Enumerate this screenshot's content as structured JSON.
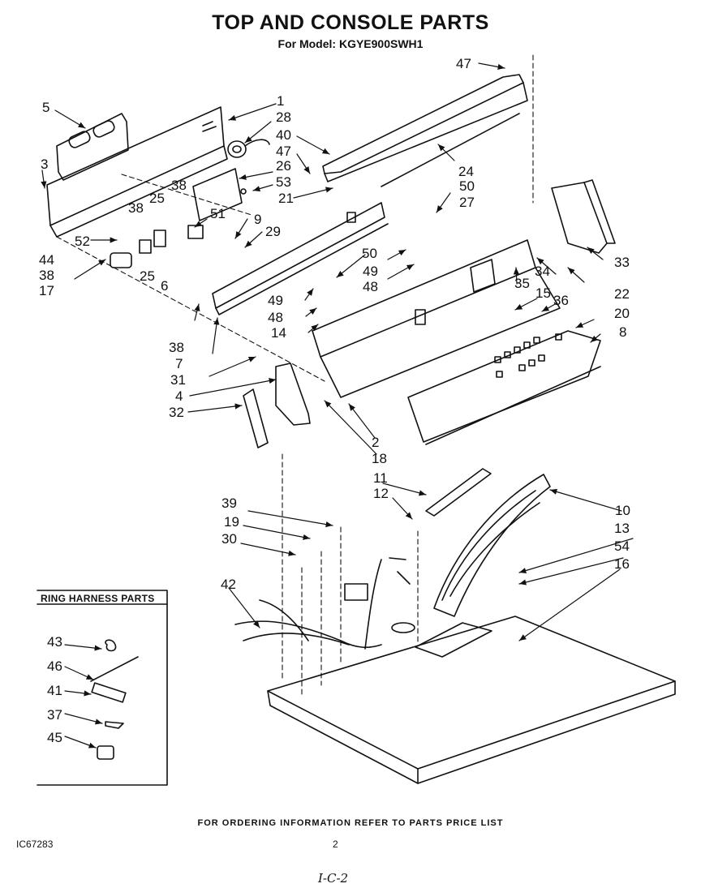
{
  "page": {
    "title": "TOP AND CONSOLE PARTS",
    "subtitle": "For Model: KGYE900SWH1",
    "footer": "FOR ORDERING INFORMATION REFER TO PARTS PRICE LIST",
    "doc_number": "IC67283",
    "page_number": "2",
    "handwritten_note": "I-C-2"
  },
  "callouts": [
    {
      "id": "c47a",
      "label": "47"
    },
    {
      "id": "c1",
      "label": "1"
    },
    {
      "id": "c5",
      "label": "5"
    },
    {
      "id": "c28",
      "label": "28"
    },
    {
      "id": "c40",
      "label": "40"
    },
    {
      "id": "c47b",
      "label": "47"
    },
    {
      "id": "c26",
      "label": "26"
    },
    {
      "id": "c24",
      "label": "24"
    },
    {
      "id": "c3",
      "label": "3"
    },
    {
      "id": "c53",
      "label": "53"
    },
    {
      "id": "c50a",
      "label": "50"
    },
    {
      "id": "c38a",
      "label": "38"
    },
    {
      "id": "c25a",
      "label": "25"
    },
    {
      "id": "c38b",
      "label": "38"
    },
    {
      "id": "c21",
      "label": "21"
    },
    {
      "id": "c27",
      "label": "27"
    },
    {
      "id": "c51",
      "label": "51"
    },
    {
      "id": "c9",
      "label": "9"
    },
    {
      "id": "c29",
      "label": "29"
    },
    {
      "id": "c52",
      "label": "52"
    },
    {
      "id": "c44",
      "label": "44"
    },
    {
      "id": "c38c",
      "label": "38"
    },
    {
      "id": "c17",
      "label": "17"
    },
    {
      "id": "c25b",
      "label": "25"
    },
    {
      "id": "c6",
      "label": "6"
    },
    {
      "id": "c50b",
      "label": "50"
    },
    {
      "id": "c49a",
      "label": "49"
    },
    {
      "id": "c48a",
      "label": "48"
    },
    {
      "id": "c33",
      "label": "33"
    },
    {
      "id": "c34",
      "label": "34"
    },
    {
      "id": "c22",
      "label": "22"
    },
    {
      "id": "c35",
      "label": "35"
    },
    {
      "id": "c15",
      "label": "15"
    },
    {
      "id": "c36",
      "label": "36"
    },
    {
      "id": "c49b",
      "label": "49"
    },
    {
      "id": "c48b",
      "label": "48"
    },
    {
      "id": "c14",
      "label": "14"
    },
    {
      "id": "c20",
      "label": "20"
    },
    {
      "id": "c8",
      "label": "8"
    },
    {
      "id": "c38d",
      "label": "38"
    },
    {
      "id": "c7",
      "label": "7"
    },
    {
      "id": "c31",
      "label": "31"
    },
    {
      "id": "c4",
      "label": "4"
    },
    {
      "id": "c32",
      "label": "32"
    },
    {
      "id": "c2",
      "label": "2"
    },
    {
      "id": "c18",
      "label": "18"
    },
    {
      "id": "c11",
      "label": "11"
    },
    {
      "id": "c12",
      "label": "12"
    },
    {
      "id": "c10",
      "label": "10"
    },
    {
      "id": "c39",
      "label": "39"
    },
    {
      "id": "c19",
      "label": "19"
    },
    {
      "id": "c13",
      "label": "13"
    },
    {
      "id": "c30",
      "label": "30"
    },
    {
      "id": "c54",
      "label": "54"
    },
    {
      "id": "c16",
      "label": "16"
    },
    {
      "id": "c42",
      "label": "42"
    }
  ],
  "legend": {
    "title": "RING HARNESS PARTS",
    "items": [
      "43",
      "46",
      "41",
      "37",
      "45"
    ]
  }
}
